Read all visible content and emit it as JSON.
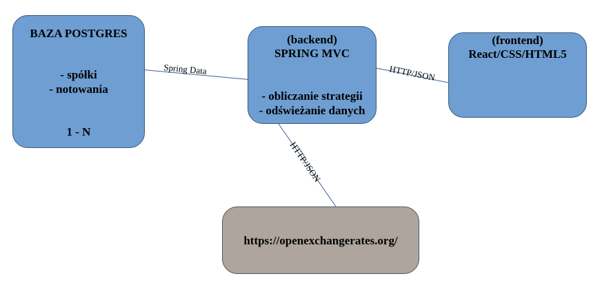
{
  "nodes": {
    "db": {
      "title": "BAZA POSTGRES",
      "item1": "- spółki",
      "item2": "- notowania",
      "relation": "1 - N",
      "fill": "#6e9ed2"
    },
    "backend": {
      "subtitle": "(backend)",
      "title": "SPRING MVC",
      "item1": "- obliczanie strategii",
      "item2": "- odświeżanie danych",
      "fill": "#6e9ed2"
    },
    "frontend": {
      "subtitle": "(frontend)",
      "title": "React/CSS/HTML5",
      "fill": "#6e9ed2"
    },
    "external": {
      "title": "https://openexchangerates.org/",
      "fill": "#ada59e"
    }
  },
  "edges": [
    {
      "from": "db",
      "to": "backend",
      "label": "Spring Data"
    },
    {
      "from": "backend",
      "to": "frontend",
      "label": "HTTP/JSON"
    },
    {
      "from": "backend",
      "to": "external",
      "label": "HTTP/JSON"
    }
  ],
  "colors": {
    "line": "#3a5f94"
  }
}
